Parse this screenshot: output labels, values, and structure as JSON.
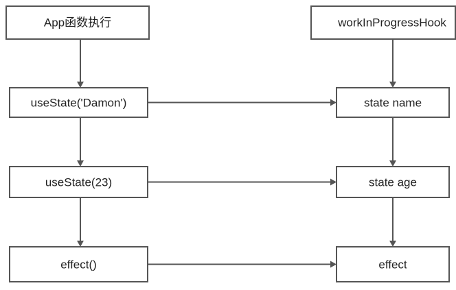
{
  "diagram": {
    "nodes": {
      "app": "App函数执行",
      "use_state_name": "useState('Damon')",
      "use_state_age": "useState(23)",
      "effect_call": "effect()",
      "wip_hook": "workInProgressHook",
      "state_name": "state name",
      "state_age": "state age",
      "effect": "effect"
    },
    "edges": [
      {
        "from": "app",
        "to": "use_state_name"
      },
      {
        "from": "use_state_name",
        "to": "use_state_age"
      },
      {
        "from": "use_state_age",
        "to": "effect_call"
      },
      {
        "from": "wip_hook",
        "to": "state_name"
      },
      {
        "from": "state_name",
        "to": "state_age"
      },
      {
        "from": "state_age",
        "to": "effect"
      },
      {
        "from": "use_state_name",
        "to": "state_name"
      },
      {
        "from": "use_state_age",
        "to": "state_age"
      },
      {
        "from": "effect_call",
        "to": "effect"
      }
    ],
    "colors": {
      "stroke": "#555555",
      "text": "#222222",
      "background": "#ffffff"
    }
  }
}
